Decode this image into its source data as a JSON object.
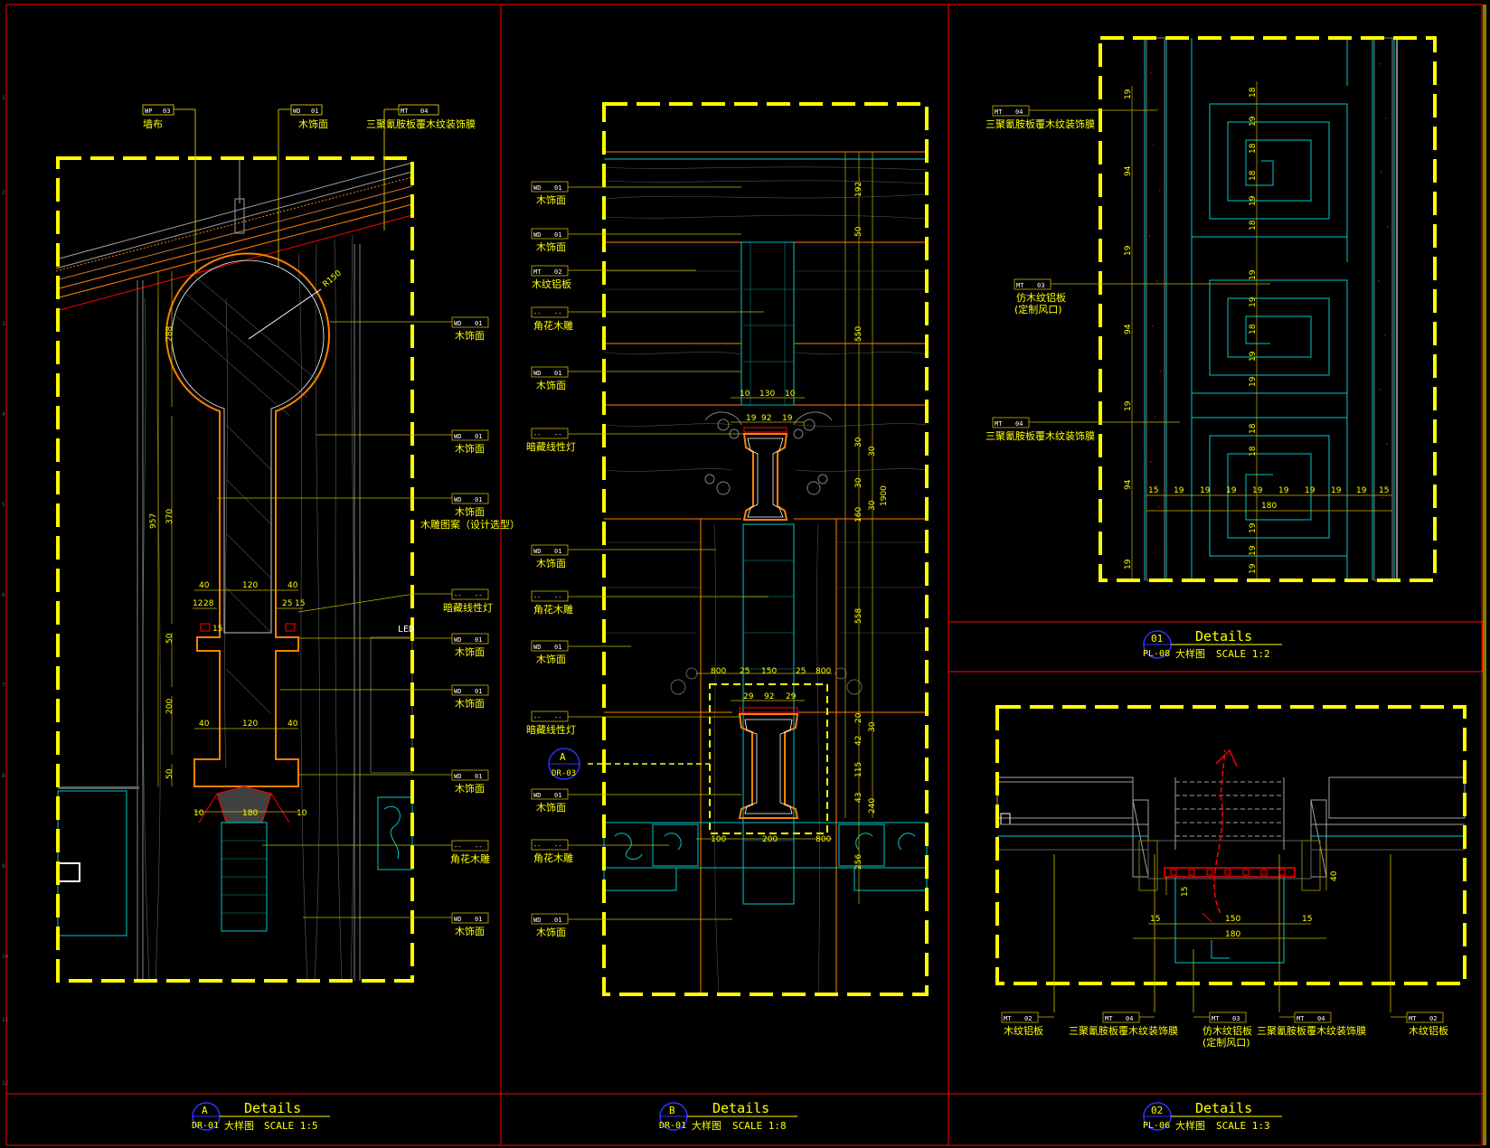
{
  "colors": {
    "background": "#000000",
    "frame_red": "#ff0000",
    "viewport_yellow": "#ffff00",
    "leader_yellow": "#c8b400",
    "cyan": "#00c8c8",
    "orange": "#ff8000",
    "grey": "#808080",
    "white": "#ffffff"
  },
  "panels": [
    {
      "id": "A",
      "title": {
        "marker": "A",
        "sheet": "DR-01",
        "heading": "Details",
        "name": "大样图",
        "scale": "SCALE 1:5"
      },
      "callouts": [
        {
          "code": "WP",
          "num": "03",
          "text": "墙布"
        },
        {
          "code": "WD",
          "num": "01",
          "text": "木饰面"
        },
        {
          "code": "MT",
          "num": "04",
          "text": "三聚氰胺板覆木纹装饰膜"
        },
        {
          "code": "WD",
          "num": "01",
          "text": "木饰面"
        },
        {
          "code": "WD",
          "num": "01",
          "text": "木饰面"
        },
        {
          "code": "WD",
          "num": "01",
          "text": "木饰面",
          "text2": "木雕图案（设计选型）"
        },
        {
          "code": "--",
          "num": "--",
          "text": "暗藏线性灯"
        },
        {
          "code": "WD",
          "num": "01",
          "text": "木饰面"
        },
        {
          "code": "WD",
          "num": "01",
          "text": "木饰面"
        },
        {
          "code": "WD",
          "num": "01",
          "text": "木饰面"
        },
        {
          "code": "--",
          "num": "--",
          "text": "角花木雕"
        },
        {
          "code": "WD",
          "num": "01",
          "text": "木饰面"
        }
      ],
      "dims": [
        "R150",
        "288",
        "957",
        "370",
        "40",
        "120",
        "40",
        "12",
        "28",
        "25",
        "15",
        "15",
        "50",
        "200",
        "40",
        "120",
        "40",
        "50",
        "10",
        "180",
        "10",
        "LED"
      ]
    },
    {
      "id": "B",
      "title": {
        "marker": "B",
        "sheet": "DR-01",
        "heading": "Details",
        "name": "大样图",
        "scale": "SCALE 1:8"
      },
      "section_marker": {
        "letter": "A",
        "sheet": "DR-03"
      },
      "callouts": [
        {
          "code": "WD",
          "num": "01",
          "text": "木饰面"
        },
        {
          "code": "WD",
          "num": "01",
          "text": "木饰面"
        },
        {
          "code": "MT",
          "num": "02",
          "text": "木纹铝板"
        },
        {
          "code": "--",
          "num": "--",
          "text": "角花木雕"
        },
        {
          "code": "WD",
          "num": "01",
          "text": "木饰面"
        },
        {
          "code": "--",
          "num": "--",
          "text": "暗藏线性灯"
        },
        {
          "code": "WD",
          "num": "01",
          "text": "木饰面"
        },
        {
          "code": "--",
          "num": "--",
          "text": "角花木雕"
        },
        {
          "code": "WD",
          "num": "01",
          "text": "木饰面"
        },
        {
          "code": "--",
          "num": "--",
          "text": "暗藏线性灯"
        },
        {
          "code": "WD",
          "num": "01",
          "text": "木饰面"
        },
        {
          "code": "--",
          "num": "--",
          "text": "角花木雕"
        },
        {
          "code": "WD",
          "num": "01",
          "text": "木饰面"
        }
      ],
      "dims": [
        "192",
        "50",
        "550",
        "10",
        "130",
        "10",
        "19",
        "92",
        "19",
        "30",
        "30",
        "30",
        "30",
        "160",
        "1900",
        "558",
        "800",
        "25",
        "150",
        "25",
        "800",
        "29",
        "92",
        "29",
        "20",
        "42",
        "115",
        "43",
        "30",
        "240",
        "100",
        "200",
        "800",
        "256"
      ]
    },
    {
      "id": "01",
      "title": {
        "marker": "01",
        "sheet": "PL-08",
        "heading": "Details",
        "name": "大样图",
        "scale": "SCALE 1:2"
      },
      "callouts": [
        {
          "code": "MT",
          "num": "04",
          "text": "三聚氰胺板覆木纹装饰膜"
        },
        {
          "code": "MT",
          "num": "03",
          "text": "仿木纹铝板",
          "text2": "(定制风口)"
        },
        {
          "code": "MT",
          "num": "04",
          "text": "三聚氰胺板覆木纹装饰膜"
        }
      ],
      "dims_v": [
        "19",
        "94",
        "19",
        "94",
        "19",
        "94",
        "19"
      ],
      "dims_h": [
        "15",
        "19",
        "19",
        "19",
        "19",
        "19",
        "19",
        "19",
        "19",
        "15"
      ],
      "dims_total": "180",
      "dims_inner": [
        "18",
        "19",
        "18",
        "18",
        "19",
        "18",
        "19",
        "19",
        "18",
        "19",
        "19",
        "18",
        "18",
        "19",
        "19",
        "19"
      ]
    },
    {
      "id": "02",
      "title": {
        "marker": "02",
        "sheet": "PL-06",
        "heading": "Details",
        "name": "大样图",
        "scale": "SCALE 1:3"
      },
      "callouts": [
        {
          "code": "MT",
          "num": "02",
          "text": "木纹铝板"
        },
        {
          "code": "MT",
          "num": "04",
          "text": "三聚氰胺板覆木纹装饰膜"
        },
        {
          "code": "MT",
          "num": "03",
          "text": "仿木纹铝板",
          "text2": "(定制风口)"
        },
        {
          "code": "MT",
          "num": "04",
          "text": "三聚氰胺板覆木纹装饰膜"
        },
        {
          "code": "MT",
          "num": "02",
          "text": "木纹铝板"
        }
      ],
      "dims": [
        "40",
        "15",
        "15",
        "150",
        "15",
        "180"
      ]
    }
  ],
  "border_numbers": [
    "1",
    "2",
    "3",
    "4",
    "5",
    "6",
    "7",
    "8",
    "9",
    "10",
    "11",
    "12"
  ]
}
